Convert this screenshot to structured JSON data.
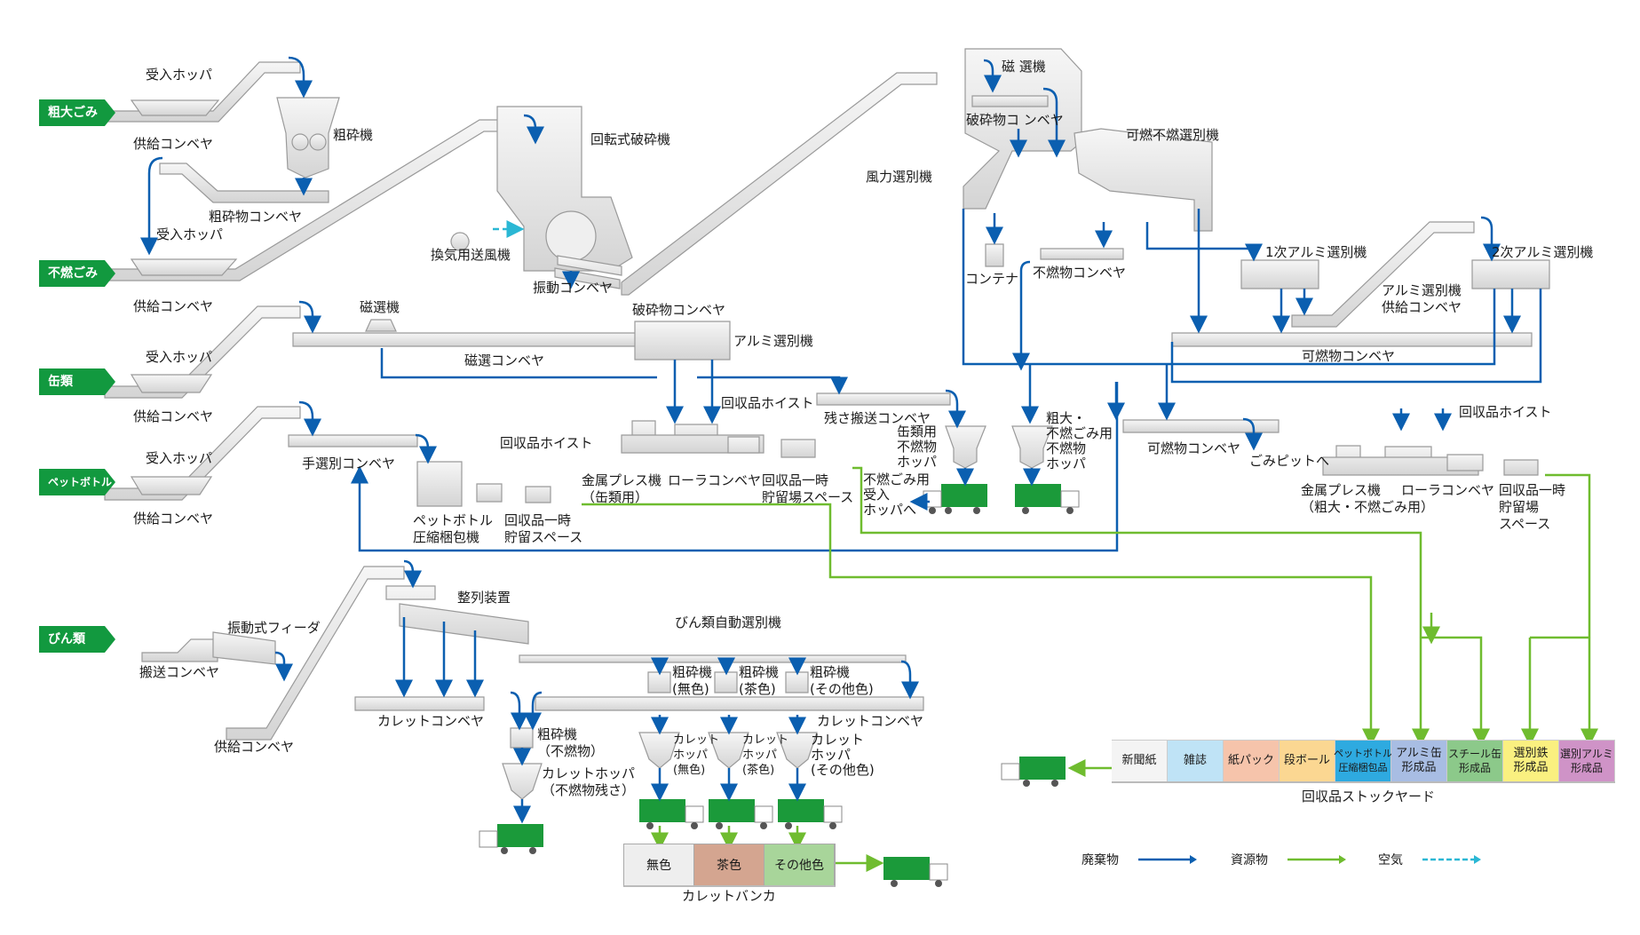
{
  "title": "リサイクル施設 処理フロー図",
  "input_tags": [
    {
      "id": "sodai",
      "label": "粗大ごみ"
    },
    {
      "id": "funen",
      "label": "不燃ごみ"
    },
    {
      "id": "kan",
      "label": "缶類"
    },
    {
      "id": "pet",
      "label": "ペットボトル"
    },
    {
      "id": "bin",
      "label": "びん類"
    }
  ],
  "labels": {
    "sodai_hopper": "受入ホッパ",
    "sodai_feed_conveyor": "供給コンベヤ",
    "rough_crusher": "粗砕機",
    "rough_crushed_conveyor": "粗砕物コンベヤ",
    "funen_hopper": "受入ホッパ",
    "funen_feed_conveyor": "供給コンベヤ",
    "rotary_crusher": "回転式破砕機",
    "ventilation_blower": "換気用送風機",
    "vibrating_conveyor": "振動コンベヤ",
    "crushed_conveyor_1": "破砕物コンベヤ",
    "magnetic_separator_top": "磁 選機",
    "crushed_conveyor_2": "破砕物コ ンベヤ",
    "wind_separator": "風力選別機",
    "combustible_separator": "可燃不燃選別機",
    "container": "コンテナ",
    "noncombustible_conveyor": "不燃物コンベヤ",
    "alu_separator_1": "1次アルミ選別機",
    "alu_separator_2": "2次アルミ選別機",
    "alu_feed_conveyor": "アルミ選別機\n供給コンベヤ",
    "combustible_conveyor_1": "可燃物コンベヤ",
    "kan_hopper": "受入ホッパ",
    "kan_feed_conveyor": "供給コンベヤ",
    "kan_magnet": "磁選機",
    "magnetic_conveyor": "磁選コンベヤ",
    "kan_alu_separator": "アルミ選別機",
    "hoist_1": "回収品ホイスト",
    "residue_conveyor": "残さ搬送コンベヤ",
    "kan_noncomb_hopper": "缶類用\n不燃物\nホッパ",
    "to_noncomb_hopper": "不燃ごみ用\n受入\nホッパへ",
    "sodai_noncomb_hopper": "粗大・\n不燃ごみ用\n不燃物\nホッパ",
    "combustible_conveyor_2": "可燃物コンベヤ",
    "to_garbage_pit": "ごみピットへ",
    "pet_hopper": "受入ホッパ",
    "pet_feed_conveyor": "供給コンベヤ",
    "hand_sort_conveyor": "手選別コンベヤ",
    "hoist_2": "回収品ホイスト",
    "pet_baler": "ペットボトル\n圧縮梱包機",
    "pet_storage": "回収品一時\n貯留スペース",
    "metal_press_kan": "金属プレス機\n（缶類用）",
    "roller_conveyor_1": "ローラコンベヤ",
    "storage_kan": "回収品一時\n貯留場スペース",
    "hoist_3": "回収品ホイスト",
    "metal_press_sodai": "金属プレス機\n（粗大・不燃ごみ用）",
    "roller_conveyor_2": "ローラコンベヤ",
    "storage_sodai": "回収品一時\n貯留場\nスペース",
    "transport_conveyor": "搬送コンベヤ",
    "vibrating_feeder": "振動式フィーダ",
    "bin_feed_conveyor": "供給コンベヤ",
    "aligner": "整列装置",
    "bin_auto_sorter": "びん類自動選別機",
    "crusher_clear": "粗砕機\n(無色)",
    "crusher_brown": "粗砕機\n(茶色)",
    "crusher_other": "粗砕機\n(その他色)",
    "cullet_conveyor_1": "カレットコンベヤ",
    "cullet_conveyor_2": "カレットコンベヤ",
    "crusher_noncomb": "粗砕機\n（不燃物）",
    "cullet_hopper_residue": "カレットホッパ\n（不燃物残さ）",
    "cullet_hopper_clear": "カレット\nホッパ\n(無色)",
    "cullet_hopper_brown": "カレット\nホッパ\n(茶色)",
    "cullet_hopper_other": "カレット\nホッパ\n(その他色)"
  },
  "cullet_bunker": {
    "label": "カレットバンカ",
    "cells": [
      {
        "label": "無色",
        "color": "#eeeeee"
      },
      {
        "label": "茶色",
        "color": "#d4a590"
      },
      {
        "label": "その他色",
        "color": "#a8d59a"
      }
    ]
  },
  "stockyard": {
    "label": "回収品ストックヤード",
    "cells": [
      {
        "label": "新聞紙",
        "color": "#f4f4f4"
      },
      {
        "label": "雑誌",
        "color": "#bfe3f6"
      },
      {
        "label": "紙パック",
        "color": "#f6c4ab"
      },
      {
        "label": "段ボール",
        "color": "#fbd792"
      },
      {
        "label": "ペットボトル\n圧縮梱包品",
        "color": "#2eaae0"
      },
      {
        "label": "アルミ缶\n形成品",
        "color": "#a8bde3"
      },
      {
        "label": "スチール缶\n形成品",
        "color": "#8cc98a"
      },
      {
        "label": "選別鉄\n形成品",
        "color": "#faf080"
      },
      {
        "label": "選別アルミ\n形成品",
        "color": "#cf93c7"
      }
    ]
  },
  "legend": [
    {
      "label": "廃棄物",
      "color": "#0b5fb0",
      "style": "solid"
    },
    {
      "label": "資源物",
      "color": "#6fbc2f",
      "style": "solid"
    },
    {
      "label": "空気",
      "color": "#2ab7d4",
      "style": "dashed"
    }
  ],
  "colors": {
    "waste": "#0b5fb0",
    "resource": "#6fbc2f",
    "air": "#2ab7d4",
    "tag": "#12993f",
    "truck": "#1b9a3a",
    "machine": "#e4e4e4",
    "machine_edge": "#9a9a9a"
  }
}
